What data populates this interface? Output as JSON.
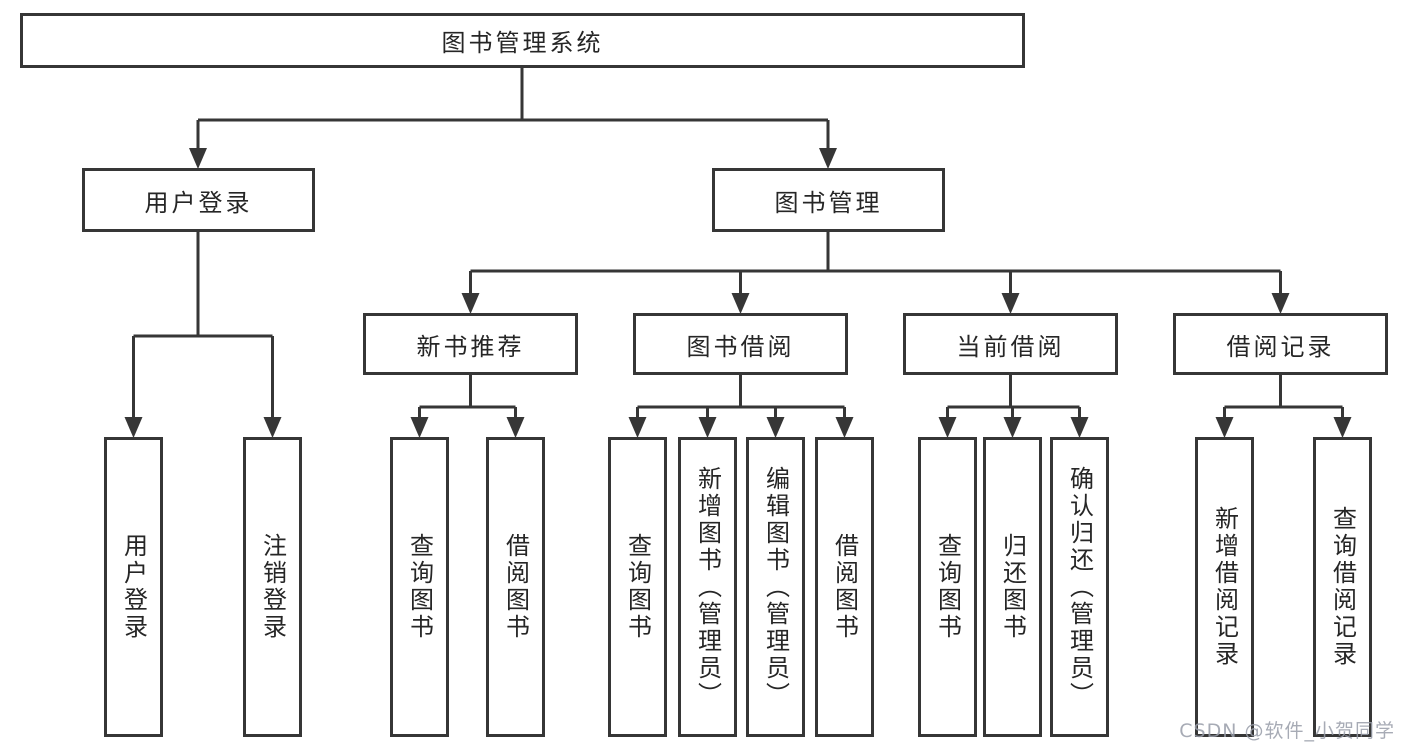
{
  "colors": {
    "line": "#363636",
    "text": "#262626",
    "watermark": "#989da9",
    "background": "#ffffff"
  },
  "watermark": {
    "text": "CSDN @软件_小贺同学"
  },
  "tree": {
    "root": "图书管理系统",
    "branches": [
      {
        "label": "用户登录",
        "children": [
          "用户登录",
          "注销登录"
        ]
      },
      {
        "label": "图书管理",
        "sections": [
          {
            "label": "新书推荐",
            "children": [
              "查询图书",
              "借阅图书"
            ]
          },
          {
            "label": "图书借阅",
            "children": [
              "查询图书",
              "新增图书（管理员）",
              "编辑图书（管理员）",
              "借阅图书"
            ]
          },
          {
            "label": "当前借阅",
            "children": [
              "查询图书",
              "归还图书",
              "确认归还（管理员）"
            ]
          },
          {
            "label": "借阅记录",
            "children": [
              "新增借阅记录",
              "查询借阅记录"
            ]
          }
        ]
      }
    ]
  }
}
